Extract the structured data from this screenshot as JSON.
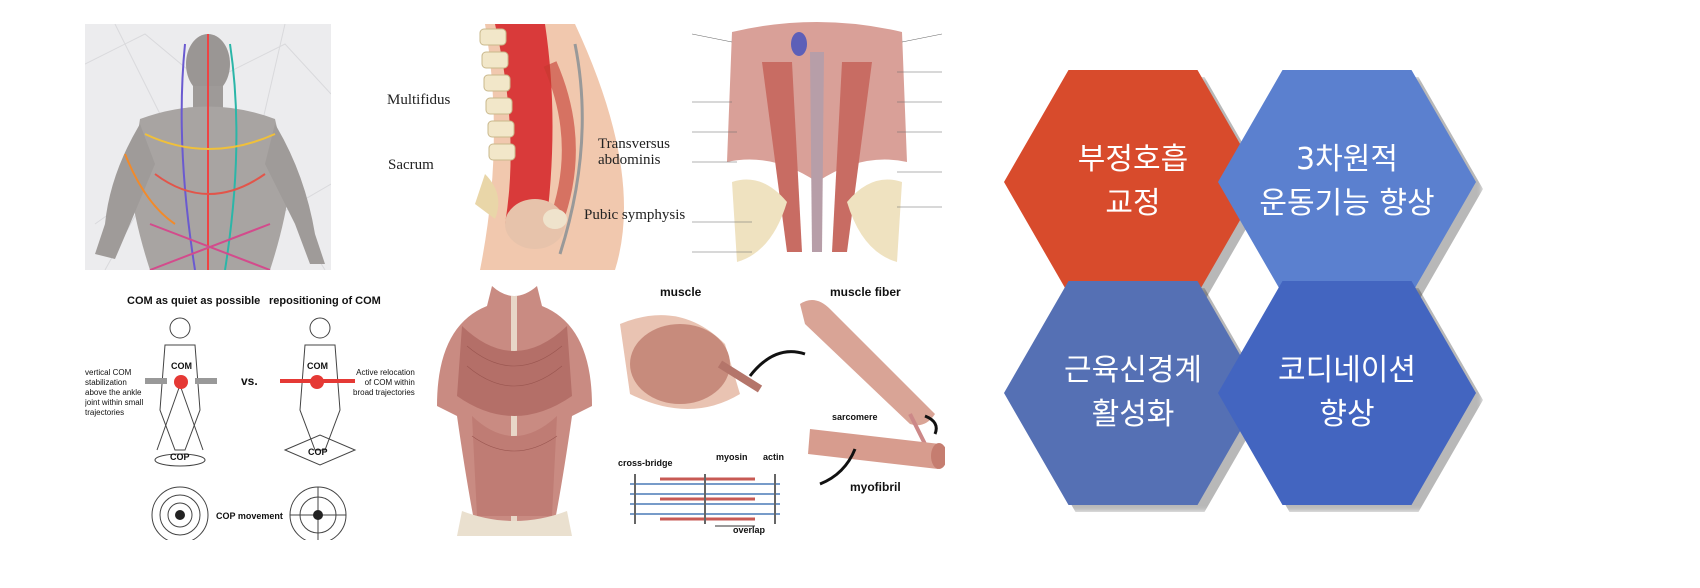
{
  "spine_labels": {
    "multifidus": "Multifidus",
    "sacrum": "Sacrum",
    "transversus": "Transversus",
    "abdominis": "abdominis",
    "pubic": "Pubic symphysis"
  },
  "balance_diagram": {
    "left_title": "COM as quiet as possible",
    "right_title": "repositioning of COM",
    "com": "COM",
    "vs": "vs.",
    "cop": "COP",
    "left_note": [
      "vertical COM",
      "stabilization",
      "above the ankle",
      "joint within small",
      "trajectories"
    ],
    "right_note": [
      "Active relocation",
      "of COM within",
      "broad trajectories"
    ],
    "cop_movement": "COP movement"
  },
  "muscle_diagram": {
    "muscle": "muscle",
    "muscle_fiber": "muscle fiber",
    "sarcomere": "sarcomere",
    "myofibril": "myofibril",
    "cross_bridge": "cross-bridge",
    "myosin": "myosin",
    "actin": "actin",
    "overlap": "overlap"
  },
  "hexagons": [
    {
      "line1": "부정호흡",
      "line2": "교정",
      "color": "#d84b2c"
    },
    {
      "line1": "3차원적",
      "line2": "운동기능 향상",
      "color": "#5b80cf"
    },
    {
      "line1": "근육신경계",
      "line2": "활성화",
      "color": "#5570b4"
    },
    {
      "line1": "코디네이션",
      "line2": "향상",
      "color": "#4365c0"
    }
  ]
}
